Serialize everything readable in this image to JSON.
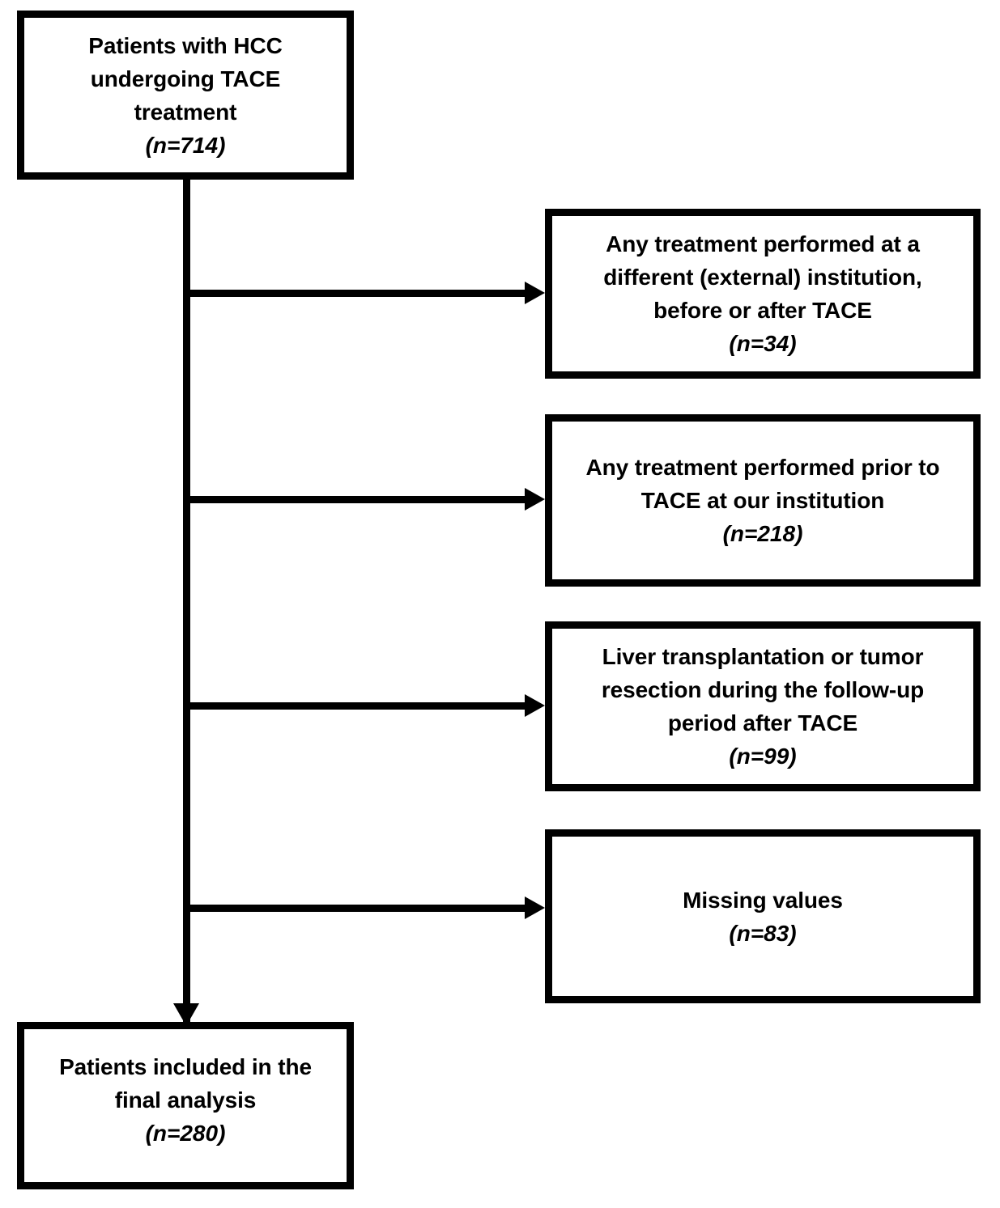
{
  "figure": {
    "type": "participant-flow-diagram",
    "orientation": "vertical-with-right-exclusions"
  },
  "start_node": {
    "lines": [
      "Patients with HCC",
      "undergoing TACE",
      "treatment"
    ],
    "count_label": "(n=714)",
    "count": 714
  },
  "exclusions": [
    {
      "lines": [
        "Any treatment performed at a",
        "different (external) institution,",
        "before or after TACE"
      ],
      "count_label": "(n=34)",
      "count": 34
    },
    {
      "lines": [
        "Any treatment performed prior to",
        "TACE at our institution"
      ],
      "count_label": "(n=218)",
      "count": 218
    },
    {
      "lines": [
        "Liver transplantation or tumor",
        "resection during the follow-up",
        "period after TACE"
      ],
      "count_label": "(n=99)",
      "count": 99
    },
    {
      "lines": [
        "Missing values"
      ],
      "count_label": "(n=83)",
      "count": 83
    }
  ],
  "final_node": {
    "lines": [
      "Patients included in the",
      "final analysis"
    ],
    "count_label": "(n=280)",
    "count": 280
  },
  "colors": {
    "stroke": "#000000",
    "fill": "#ffffff",
    "text": "#000000"
  }
}
